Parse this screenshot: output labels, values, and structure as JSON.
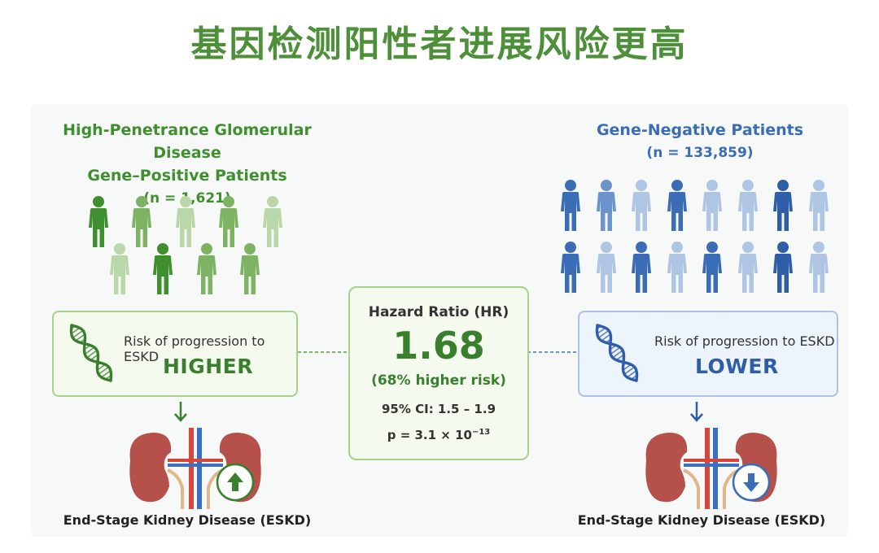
{
  "title": "基因检测阳性者进展风险更高",
  "colors": {
    "title": "#4e8f3a",
    "green": "#3f8f2f",
    "green_dark": "#3a7f2e",
    "green_mid": "#7db363",
    "green_light": "#b9d7a8",
    "green_box_border": "#a9d08e",
    "green_box_bg": "#f4faee",
    "blue": "#3b6db6",
    "blue_dark": "#2f5ea8",
    "blue_mid": "#6d93cc",
    "blue_light": "#aec5e4",
    "blue_box_border": "#a8c3e6",
    "blue_box_bg": "#eef4fb",
    "kidney": "#b5504a",
    "artery": "#d8453a",
    "vein": "#3a6fc4",
    "ureter": "#e2b68d"
  },
  "left_group": {
    "title_line1": "High-Penetrance Glomerular Disease",
    "title_line2": "Gene–Positive Patients",
    "count": "(n = 1,621)",
    "risk_label": "Risk of progression to ESKD",
    "risk_level": "HIGHER",
    "outcome": "End-Stage Kidney Disease (ESKD)",
    "icon": "dna-icon",
    "badge_icon": "arrow-up-icon"
  },
  "right_group": {
    "title_line1": "Gene-Negative Patients",
    "count": "(n = 133,859)",
    "risk_label": "Risk of progression to ESKD",
    "risk_level": "LOWER",
    "outcome": "End-Stage Kidney Disease (ESKD)",
    "icon": "dna-icon",
    "badge_icon": "arrow-down-icon"
  },
  "center": {
    "label": "Hazard Ratio (HR)",
    "value": "1.68",
    "sub": "(68% higher risk)",
    "ci": "95% CI: 1.5 – 1.9",
    "p_prefix": "p = 3.1 × 10",
    "p_exp": "−13"
  }
}
